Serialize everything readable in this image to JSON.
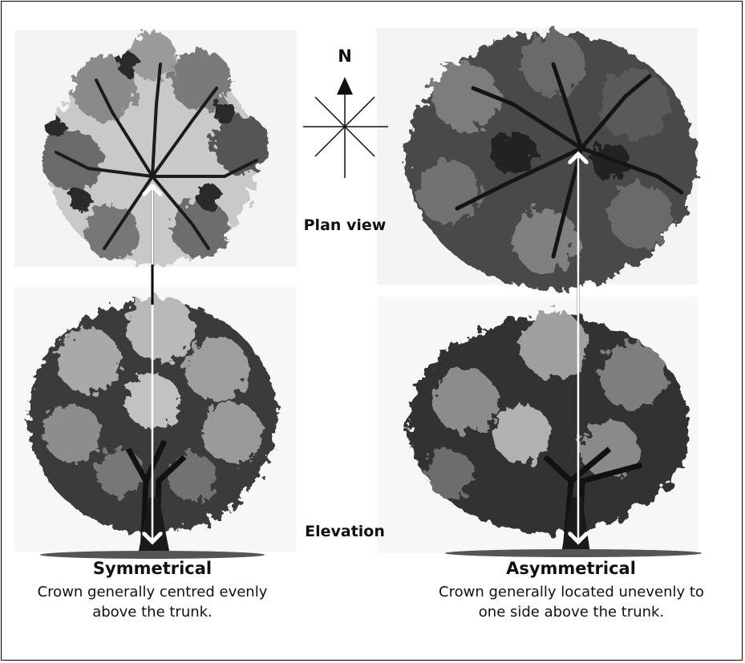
{
  "compass": {
    "north_label": "N",
    "icon": "compass-rose-icon"
  },
  "views": {
    "plan_label": "Plan view",
    "elevation_label": "Elevation"
  },
  "symmetrical": {
    "title": "Symmetrical",
    "description_line1": "Crown generally centred evenly",
    "description_line2": "above the trunk."
  },
  "asymmetrical": {
    "title": "Asymmetrical",
    "description_line1": "Crown generally located unevenly to",
    "description_line2": "one side above the trunk."
  },
  "colors": {
    "ink": "#111111",
    "foliage_dark": "#2a2a2a",
    "foliage_mid": "#6b6b6b",
    "foliage_light": "#b5b5b5",
    "panel_bg": "#f7f7f7",
    "arrow": "#ffffff"
  }
}
